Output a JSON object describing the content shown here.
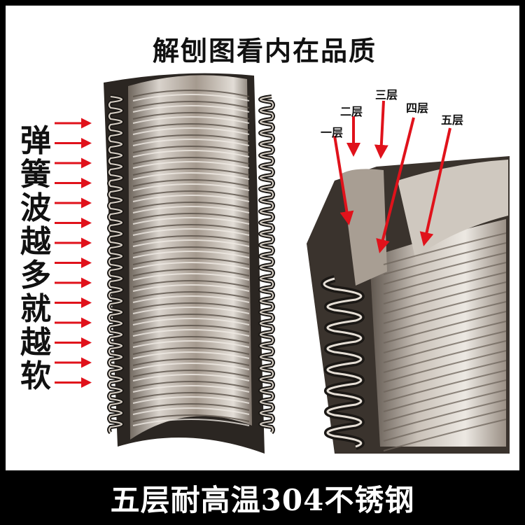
{
  "title": "解刨图看内在品质",
  "side_text": [
    "弹",
    "簧",
    "波",
    "越",
    "多",
    "就",
    "越",
    "软"
  ],
  "layer_labels": [
    "一层",
    "二层",
    "三层",
    "四层",
    "五层"
  ],
  "footer": "五层耐高温304不锈钢",
  "colors": {
    "arrow": "#e0121b",
    "metal": "#b8aea3",
    "dark": "#222222",
    "background": "#ffffff",
    "banner": "#000000"
  }
}
